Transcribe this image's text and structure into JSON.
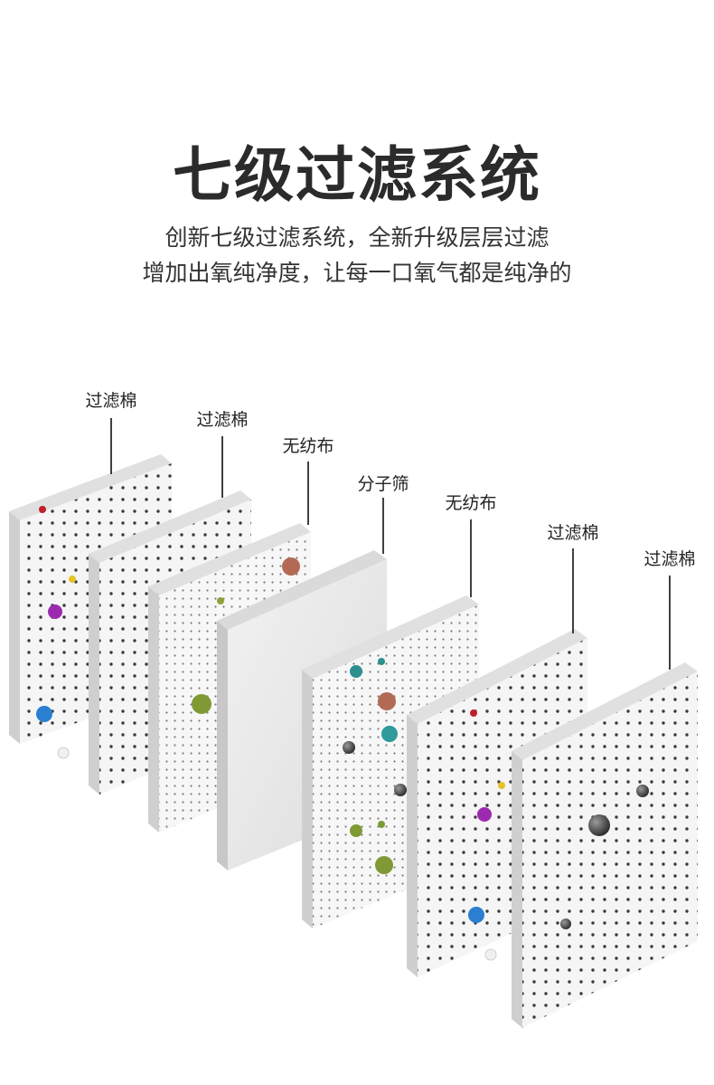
{
  "title": "七级过滤系统",
  "subtitle_line1": "创新七级过滤系统，全新升级层层过滤",
  "subtitle_line2": "增加出氧纯净度，让每一口氧气都是纯净的",
  "layers": [
    {
      "label": "过滤棉",
      "type": "cotton"
    },
    {
      "label": "过滤棉",
      "type": "cotton"
    },
    {
      "label": "无纺布",
      "type": "nonwoven"
    },
    {
      "label": "分子筛",
      "type": "sieve"
    },
    {
      "label": "无纺布",
      "type": "nonwoven"
    },
    {
      "label": "过滤棉",
      "type": "cotton"
    },
    {
      "label": "过滤棉",
      "type": "cotton"
    }
  ],
  "colors": {
    "title": "#2b2b2b",
    "panel_face": "#f4f4f4",
    "panel_edge": "#d6d6d6",
    "sieve_face": "#e8e8e8",
    "hole": "#3a3a3a"
  }
}
